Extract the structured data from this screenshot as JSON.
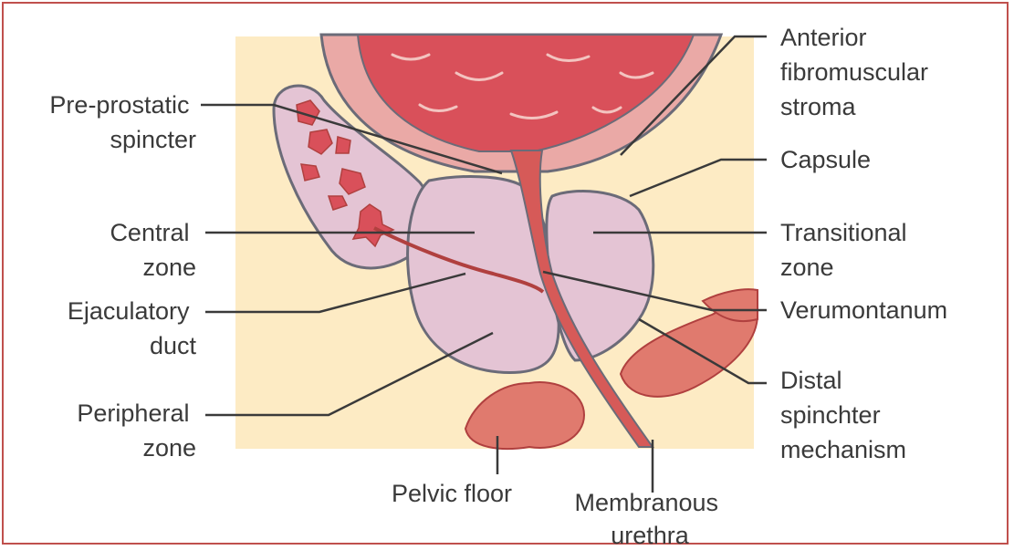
{
  "colors": {
    "frame": "#c0504d",
    "background_panel": "#fdebc4",
    "bladder": "#d9505a",
    "bladder_wall": "#eaa9a6",
    "prostate": "#e4c4d4",
    "outline": "#6b6b78",
    "urethra": "#d65a58",
    "pelvic_floor": "#e07a6e",
    "leader_line": "#3a3a3a"
  },
  "labels": {
    "anterior": [
      "Anterior",
      "fibromuscular",
      "stroma"
    ],
    "capsule": [
      "Capsule"
    ],
    "transitional": [
      "Transitional",
      "zone"
    ],
    "verumontanum": [
      "Verumontanum"
    ],
    "distal": [
      "Distal",
      "spinchter",
      "mechanism"
    ],
    "membranous": [
      "Membranous",
      "urethra"
    ],
    "pelvic_floor": [
      "Pelvic floor"
    ],
    "peripheral": [
      "Peripheral",
      "zone"
    ],
    "ejaculatory": [
      "Ejaculatory",
      "duct"
    ],
    "central": [
      "Central",
      "zone"
    ],
    "preprostatic": [
      "Pre-prostatic",
      "spincter"
    ]
  }
}
